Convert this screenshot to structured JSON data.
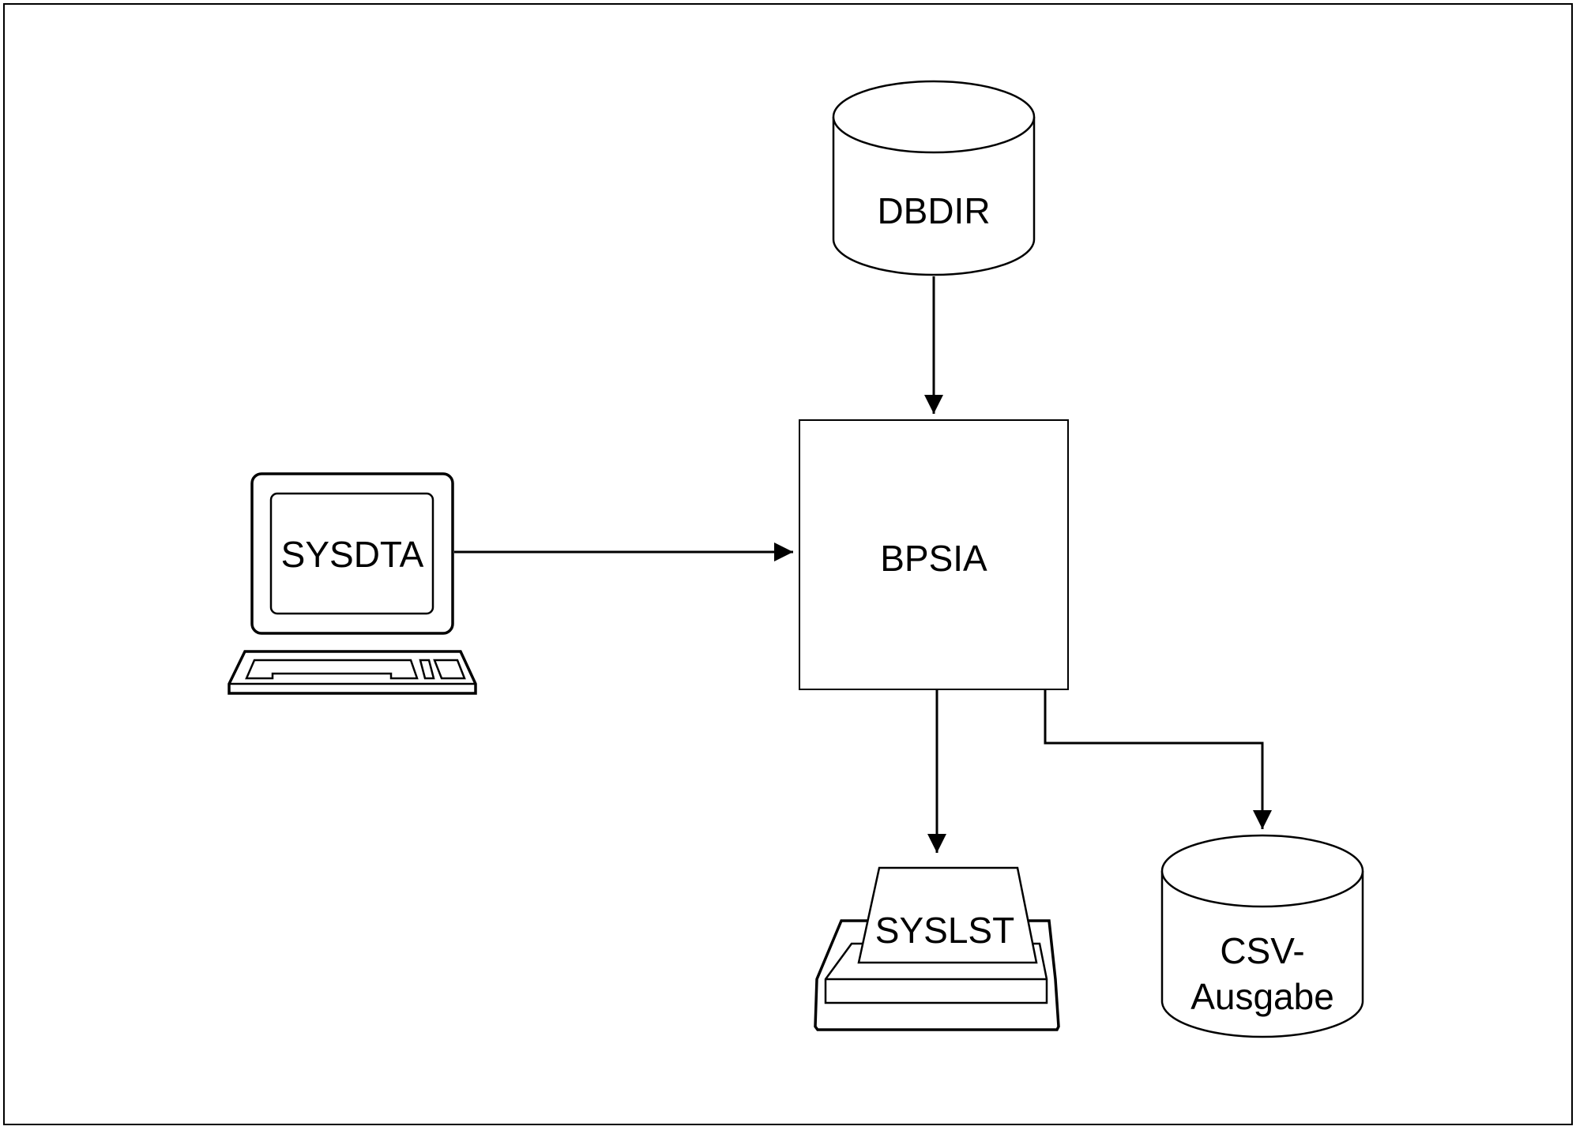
{
  "diagram": {
    "nodes": {
      "dbdir": {
        "label": "DBDIR",
        "shape": "database-cylinder"
      },
      "bpsia": {
        "label": "BPSIA",
        "shape": "process-box"
      },
      "sysdta": {
        "label": "SYSDTA",
        "shape": "terminal"
      },
      "syslst": {
        "label": "SYSLST",
        "shape": "printer"
      },
      "csv": {
        "label_line1": "CSV-",
        "label_line2": "Ausgabe",
        "shape": "database-cylinder"
      }
    },
    "edges": [
      {
        "from": "DBDIR",
        "to": "BPSIA"
      },
      {
        "from": "SYSDTA",
        "to": "BPSIA"
      },
      {
        "from": "BPSIA",
        "to": "SYSLST"
      },
      {
        "from": "BPSIA",
        "to": "CSV-Ausgabe"
      }
    ],
    "colors": {
      "stroke": "#000000",
      "fill": "#ffffff"
    }
  }
}
